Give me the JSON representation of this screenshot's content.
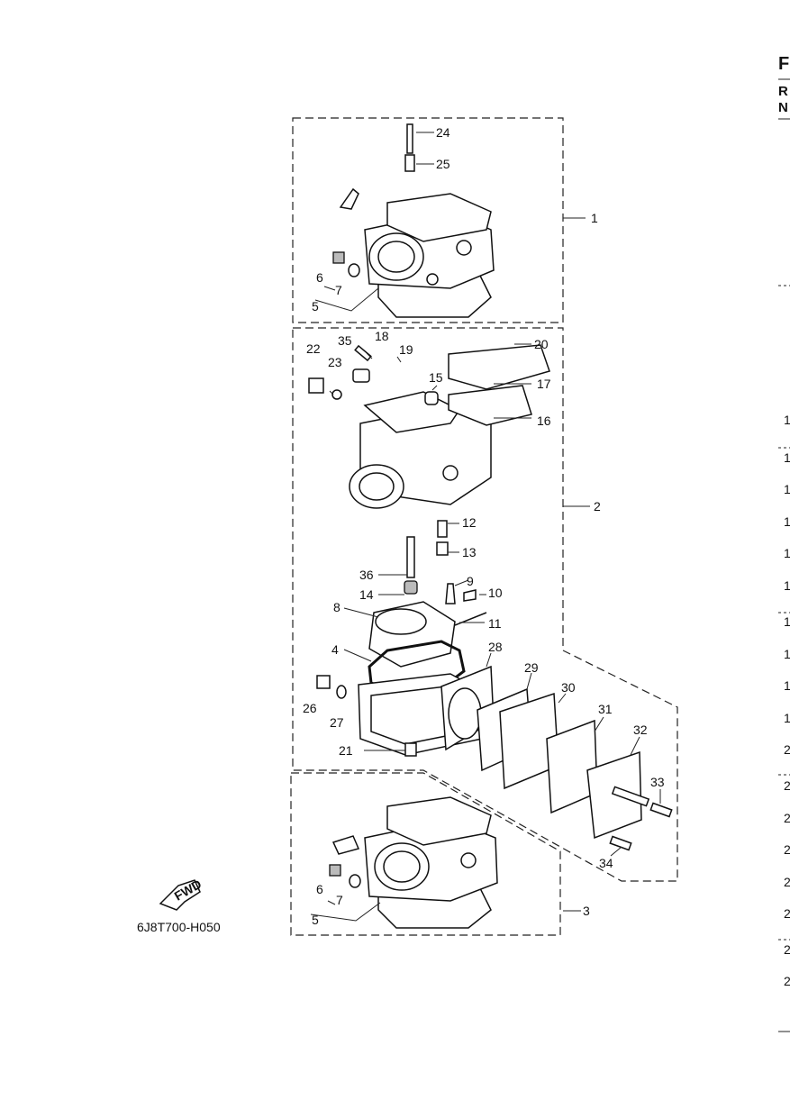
{
  "figure_code": "6J8T700-H050",
  "fwd_label": "FWD",
  "callouts": [
    "1",
    "2",
    "3",
    "4",
    "5",
    "6",
    "7",
    "8",
    "9",
    "10",
    "11",
    "12",
    "13",
    "14",
    "15",
    "16",
    "17",
    "18",
    "19",
    "20",
    "21",
    "22",
    "23",
    "24",
    "25",
    "26",
    "27",
    "28",
    "29",
    "30",
    "31",
    "32",
    "33",
    "34",
    "35",
    "36",
    "5",
    "6",
    "7"
  ],
  "edge_header": [
    "F",
    "R",
    "N"
  ],
  "edge_rows": [
    "1",
    "1",
    "1",
    "1",
    "1",
    "1",
    "1",
    "1",
    "1",
    "1",
    "2",
    "2",
    "2",
    "2",
    "2",
    "2",
    "2",
    "2"
  ]
}
